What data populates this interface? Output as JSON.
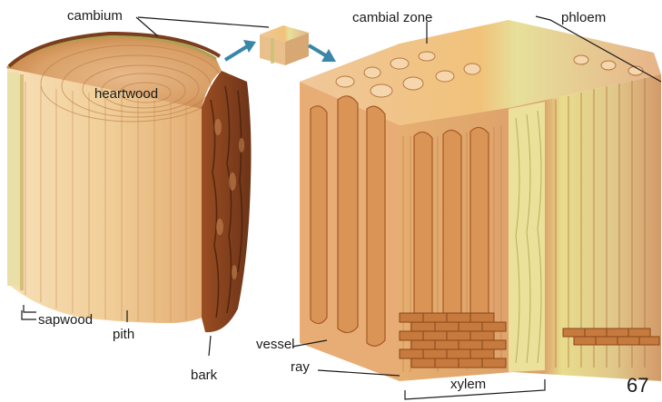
{
  "labels": {
    "cambium": "cambium",
    "heartwood": "heartwood",
    "sapwood": "sapwood",
    "pith": "pith",
    "bark": "bark",
    "cambial_zone": "cambial zone",
    "phloem": "phloem",
    "vessel": "vessel",
    "ray": "ray",
    "xylem": "xylem"
  },
  "page_number": "67",
  "colors": {
    "wood_light": "#f2cf9c",
    "wood_mid": "#e0a366",
    "wood_dark": "#b86a35",
    "bark": "#7a3d1c",
    "cambium_green": "#d8d48a",
    "arrow_blue": "#3a86a8"
  },
  "icons": {
    "arrow_left": "arrow-to-block-icon",
    "arrow_right": "arrow-to-detail-icon"
  }
}
